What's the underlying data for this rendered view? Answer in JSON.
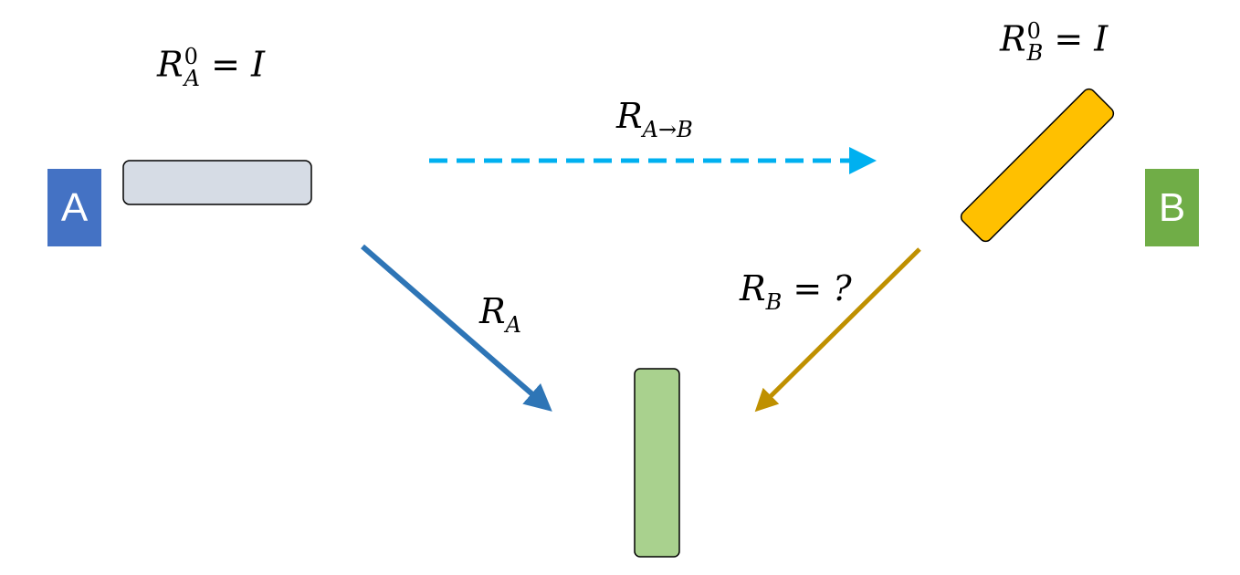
{
  "labels": {
    "frame_a": "A",
    "frame_b": "B",
    "ra0_base": "R",
    "ra0_sup": "0",
    "ra0_sub": "A",
    "ra0_rhs": "= I",
    "rb0_base": "R",
    "rb0_sup": "0",
    "rb0_sub": "B",
    "rb0_rhs": "= I",
    "rab_base": "R",
    "rab_sub": "A→B",
    "ra_base": "R",
    "ra_sub": "A",
    "rb_base": "R",
    "rb_sub": "B",
    "rb_rhs": "= ?"
  },
  "colors": {
    "frame_a": "#4472C4",
    "frame_b": "#70AD47",
    "object_a": "#D6DCE5",
    "object_b": "#FFC000",
    "target": "#A9D18E",
    "arrow_ab": "#00B0F0",
    "arrow_a": "#2E75B6",
    "arrow_b": "#BF9000"
  }
}
